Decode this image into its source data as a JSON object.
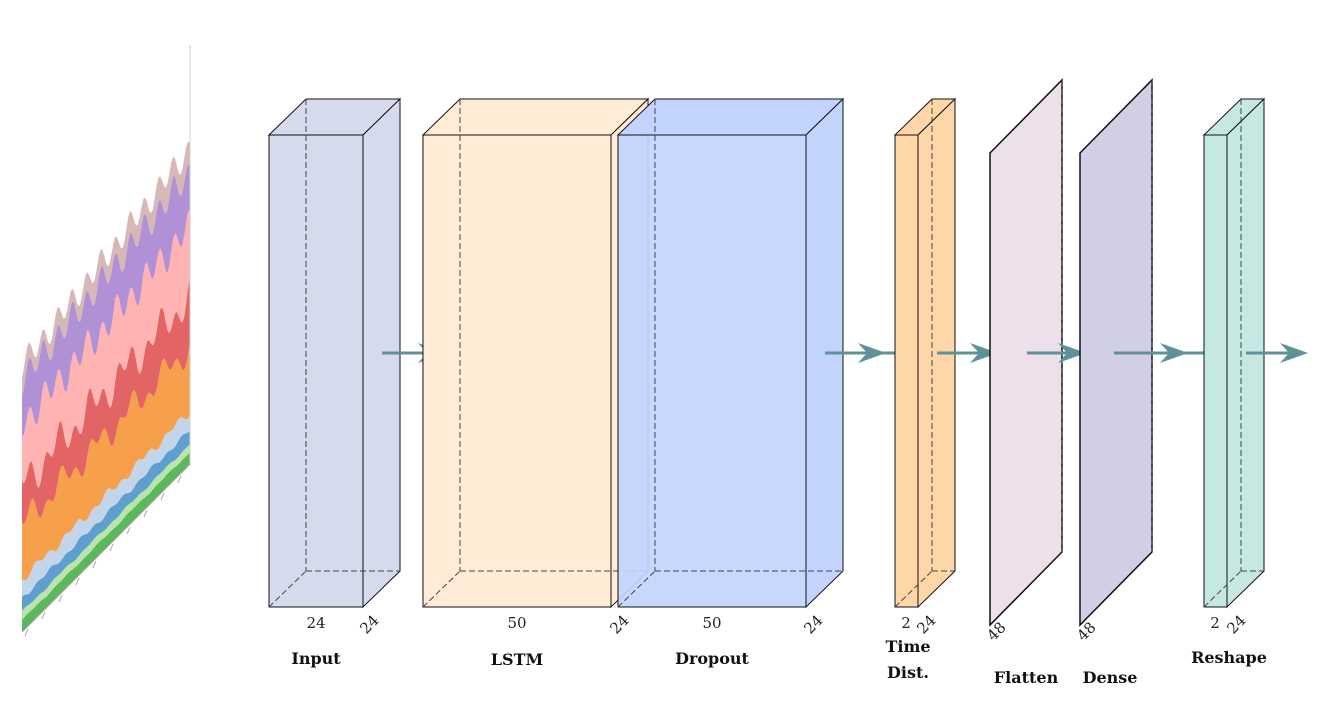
{
  "layers": [
    {
      "id": "input",
      "label": "Input",
      "dims": [
        "24",
        "24"
      ],
      "color": "#d5dbec"
    },
    {
      "id": "lstm",
      "label": "LSTM",
      "dims": [
        "50",
        "24"
      ],
      "color": "#ffebd6"
    },
    {
      "id": "dropout",
      "label": "Dropout",
      "dims": [
        "50",
        "24"
      ],
      "color": "#c2d4fd"
    },
    {
      "id": "timedist",
      "label_lines": [
        "Time",
        "Dist."
      ],
      "dims": [
        "2",
        "24"
      ],
      "color": "#ffd6a8"
    },
    {
      "id": "flatten",
      "label": "Flatten",
      "dims": [
        "48"
      ],
      "color": "#eee0eb"
    },
    {
      "id": "dense",
      "label": "Dense",
      "dims": [
        "48"
      ],
      "color": "#d1cfe5"
    },
    {
      "id": "reshape",
      "label": "Reshape",
      "dims": [
        "2",
        "24"
      ],
      "color": "#c6e8e2"
    }
  ],
  "colors": {
    "arrow": "#5f9198",
    "stack_bands": [
      "#5cb85c",
      "#b8e6a8",
      "#5f9fd0",
      "#c3d5ea",
      "#f7a04b",
      "#e26464",
      "#ffb3b3",
      "#b191d6",
      "#d8b7b7"
    ]
  }
}
